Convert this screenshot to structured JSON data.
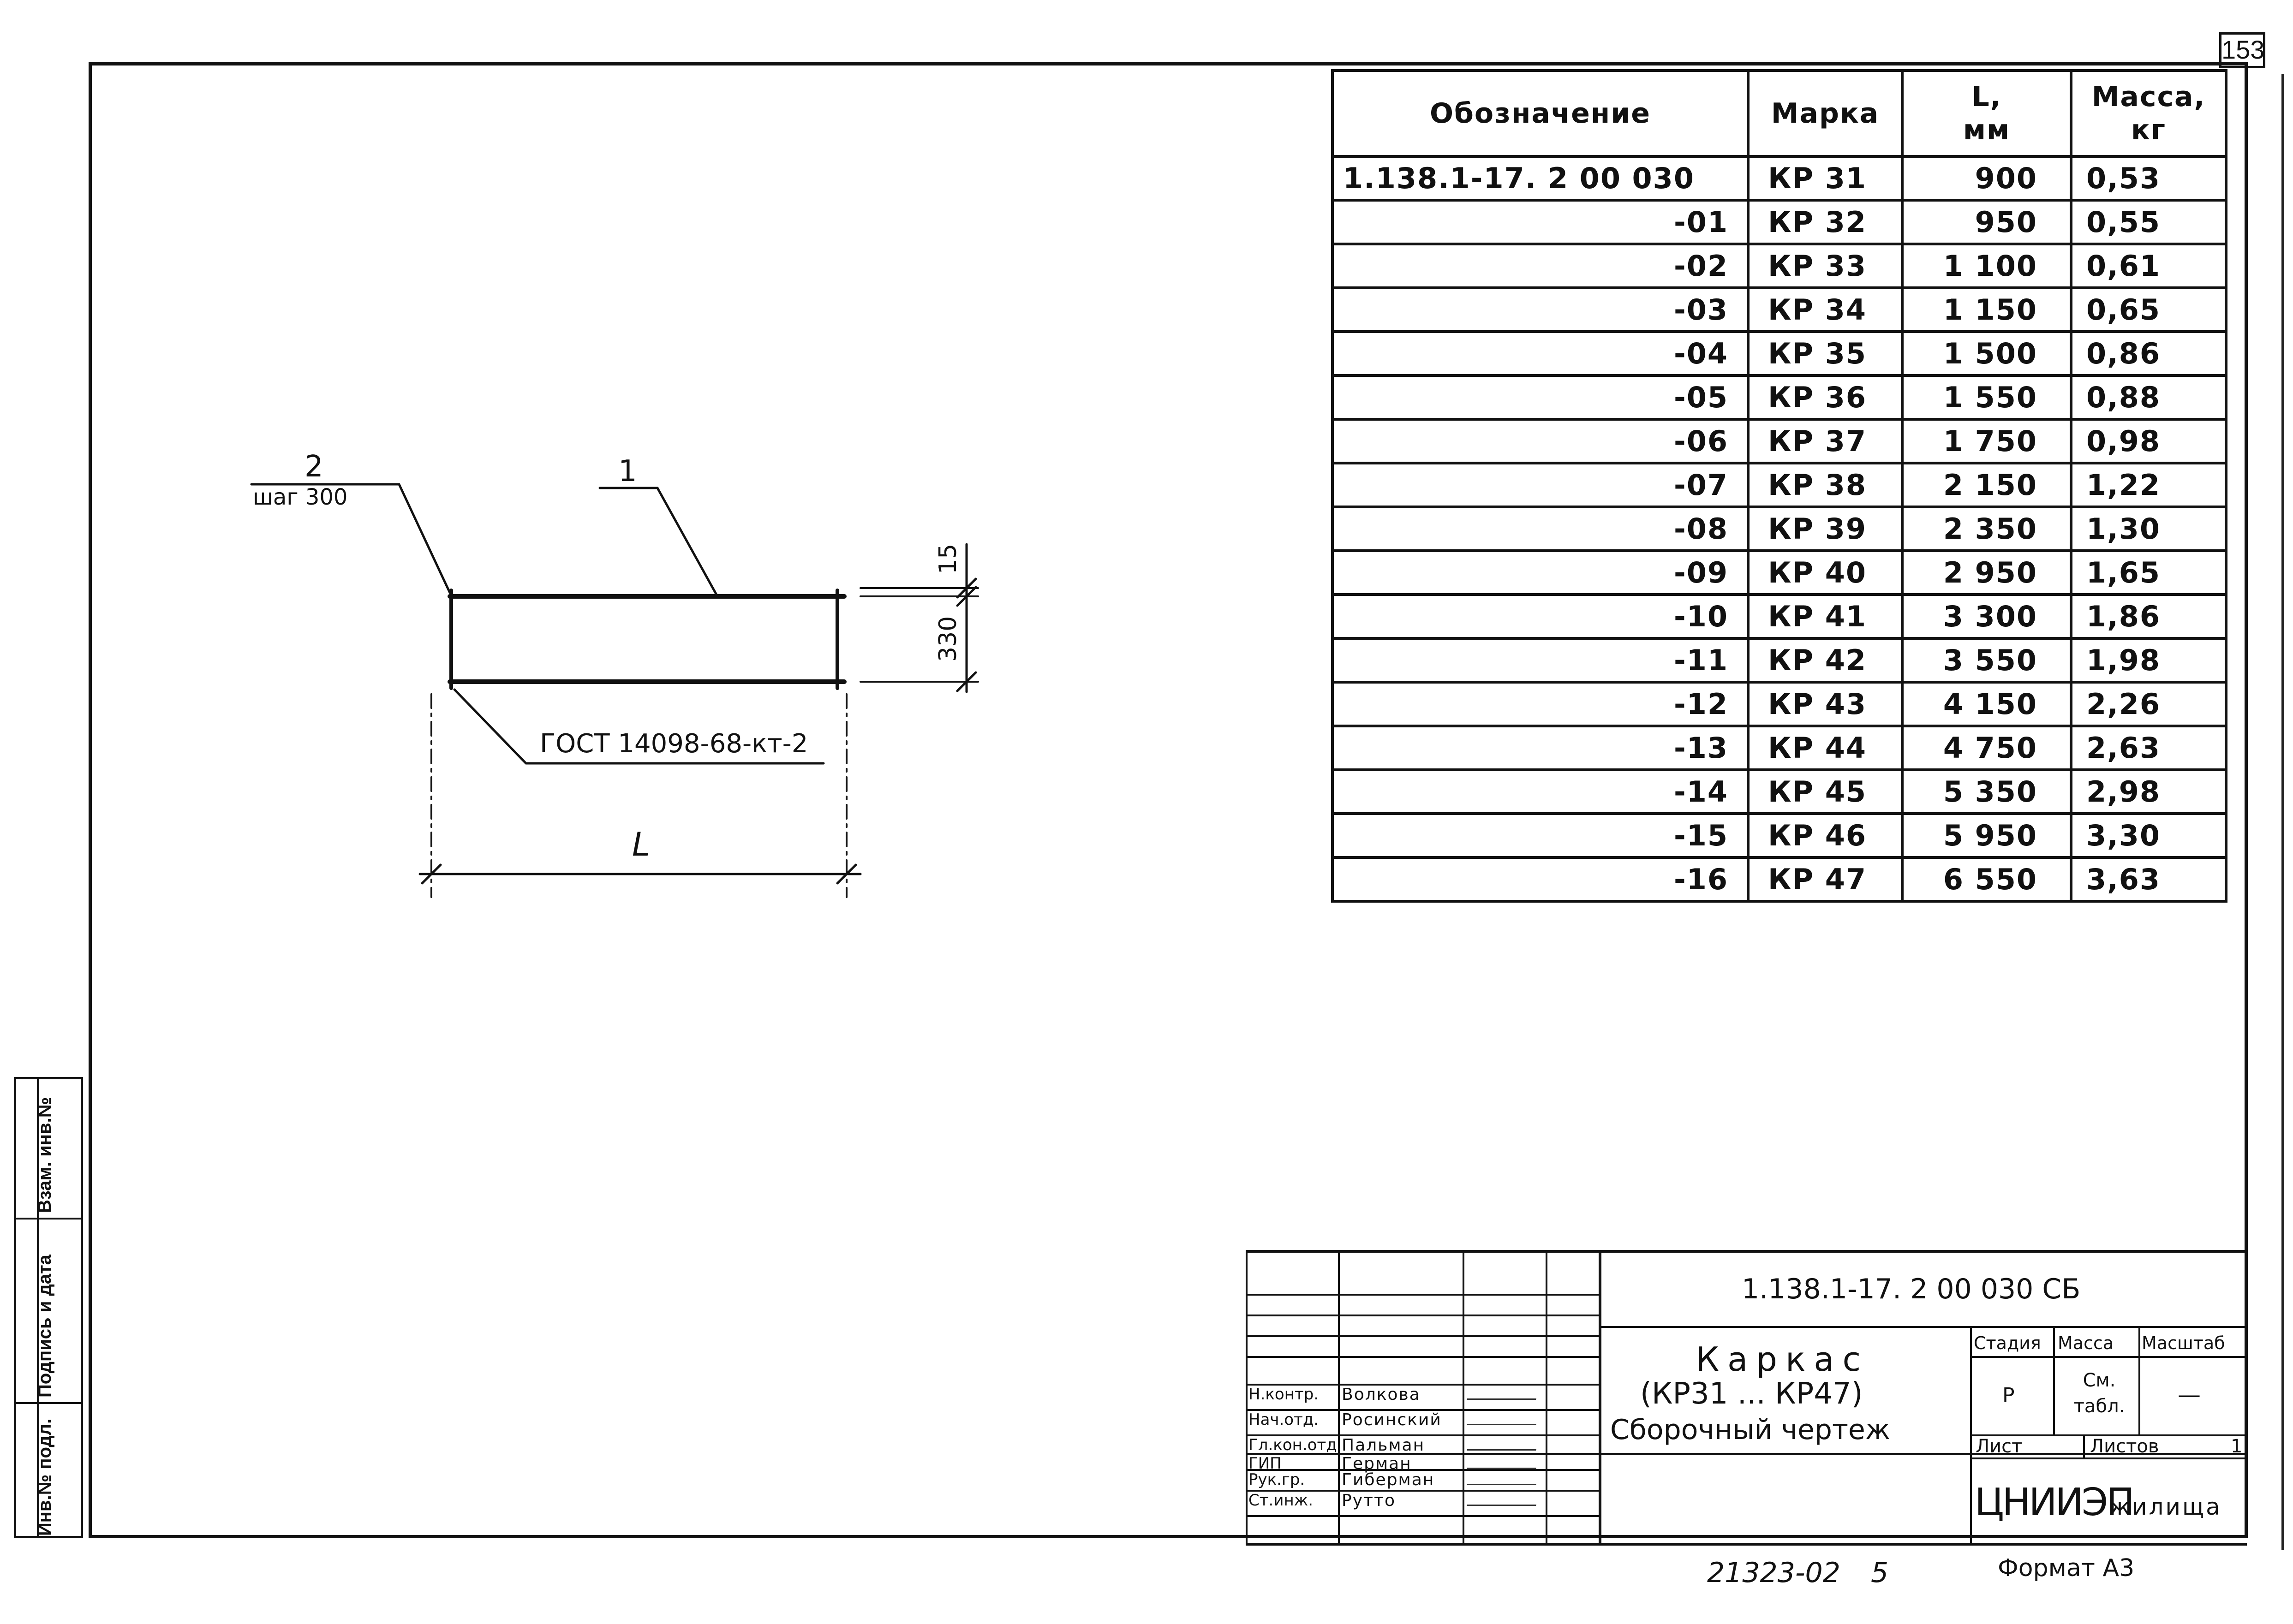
{
  "page_number": "153",
  "table": {
    "headers": {
      "designation": "Обозначение",
      "mark": "Марка",
      "length": "L,\nмм",
      "mass": "Масса,\nкг"
    },
    "rows": [
      {
        "designation": "1.138.1-17. 2 00 030",
        "mark": "КР 31",
        "length": "900",
        "mass": "0,53"
      },
      {
        "designation": "-01",
        "mark": "КР 32",
        "length": "950",
        "mass": "0,55"
      },
      {
        "designation": "-02",
        "mark": "КР 33",
        "length": "1 100",
        "mass": "0,61"
      },
      {
        "designation": "-03",
        "mark": "КР 34",
        "length": "1 150",
        "mass": "0,65"
      },
      {
        "designation": "-04",
        "mark": "КР 35",
        "length": "1 500",
        "mass": "0,86"
      },
      {
        "designation": "-05",
        "mark": "КР 36",
        "length": "1 550",
        "mass": "0,88"
      },
      {
        "designation": "-06",
        "mark": "КР 37",
        "length": "1 750",
        "mass": "0,98"
      },
      {
        "designation": "-07",
        "mark": "КР 38",
        "length": "2 150",
        "mass": "1,22"
      },
      {
        "designation": "-08",
        "mark": "КР 39",
        "length": "2 350",
        "mass": "1,30"
      },
      {
        "designation": "-09",
        "mark": "КР 40",
        "length": "2 950",
        "mass": "1,65"
      },
      {
        "designation": "-10",
        "mark": "КР 41",
        "length": "3 300",
        "mass": "1,86"
      },
      {
        "designation": "-11",
        "mark": "КР 42",
        "length": "3 550",
        "mass": "1,98"
      },
      {
        "designation": "-12",
        "mark": "КР 43",
        "length": "4 150",
        "mass": "2,26"
      },
      {
        "designation": "-13",
        "mark": "КР 44",
        "length": "4 750",
        "mass": "2,63"
      },
      {
        "designation": "-14",
        "mark": "КР 45",
        "length": "5 350",
        "mass": "2,98"
      },
      {
        "designation": "-15",
        "mark": "КР 46",
        "length": "5 950",
        "mass": "3,30"
      },
      {
        "designation": "-16",
        "mark": "КР 47",
        "length": "6 550",
        "mass": "3,63"
      }
    ]
  },
  "drawing": {
    "pos1": "1",
    "pos2": "2",
    "pos2_sub": "шаг 300",
    "dim_15": "15",
    "dim_330": "330",
    "gost": "ГОСТ 14098-68-кт-2",
    "dim_L": "L"
  },
  "side_strip": {
    "inv_podl": "Инв.№ подл.",
    "signature_date": "Подпись и дата",
    "vzam_inv": "Взам. инв.№"
  },
  "title_block": {
    "doc_code": "1.138.1-17. 2 00 030 СБ",
    "title_line1": "Каркас",
    "title_line2": "(КР31 ... КР47)",
    "title_line3": "Сборочный чертеж",
    "stage_label": "Стадия",
    "mass_label": "Масса",
    "scale_label": "Масштаб",
    "stage_value": "Р",
    "mass_value": "См. табл.",
    "scale_value": "—",
    "sheet_label": "Лист",
    "sheets_label": "Листов",
    "sheets_value": "1",
    "org": "ЦНИИЭП",
    "org_suffix": "жилища",
    "people": [
      {
        "role": "Н.контр.",
        "name": "Волкова"
      },
      {
        "role": "Нач.отд.",
        "name": "Росинский"
      },
      {
        "role": "Гл.кон.отд.",
        "name": "Пальман"
      },
      {
        "role": "ГИП",
        "name": "Герман"
      },
      {
        "role": "Рук.гр.",
        "name": "Гиберман"
      },
      {
        "role": "Ст.инж.",
        "name": "Рутто"
      }
    ],
    "bottom_code": "21323-02",
    "bottom_num": "5",
    "format": "Формат А3"
  }
}
